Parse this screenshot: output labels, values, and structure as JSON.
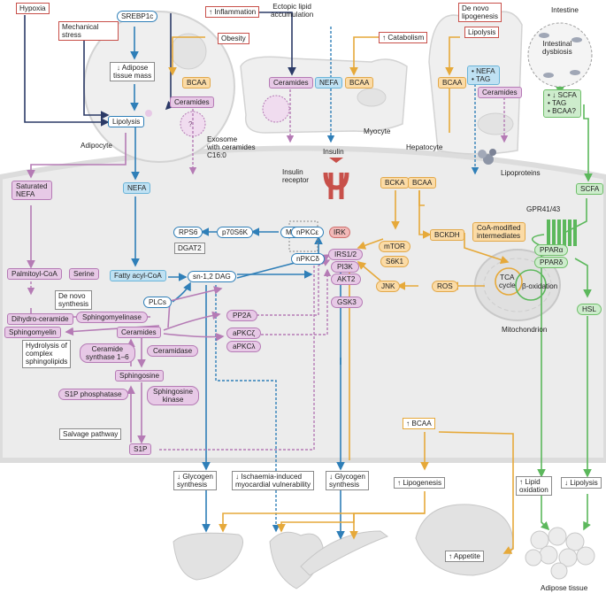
{
  "labels": {
    "hypoxia": "Hypoxia",
    "mechanical_stress": "Mechanical\nstress",
    "srebp1c": "SREBP1c",
    "inflammation": "↑ Inflammation",
    "obesity": "Obesity",
    "adipose_mass": "↓ Adipose\ntissue mass",
    "bcaa_adipocyte": "BCAA",
    "ceramides_adipocyte": "Ceramides",
    "lipolysis_adipocyte": "Lipolysis",
    "adipocyte": "Adipocyte",
    "exosome": "Exosome\nwith ceramides\nC16:0",
    "ectopic_lipid": "Ectopic lipid\naccumulation",
    "catabolism": "↑ Catabolism",
    "ceramides_myocyte": "Ceramides",
    "nefa_myocyte": "NEFA",
    "bcaa_myocyte": "BCAA",
    "myocyte": "Myocyte",
    "de_novo_lipogenesis": "De novo\nlipogenesis",
    "lipolysis_hepatocyte": "Lipolysis",
    "bcaa_hepatocyte": "BCAA",
    "nefa_tag_hepatocyte": "• NEFA\n• TAG",
    "ceramides_hepatocyte": "Ceramides",
    "hepatocyte": "Hepatocyte",
    "lipoproteins": "Lipoproteins",
    "intestine": "Intestine",
    "intestinal_dysbiosis": "Intestinal\ndysbiosis",
    "scfa_list": "• ↓ SCFA\n• TAG\n• BCAA?",
    "saturated_nefa": "Saturated\nNEFA",
    "nefa_main": "NEFA",
    "insulin": "Insulin",
    "insulin_receptor": "Insulin\nreceptor",
    "bcka": "BCKA",
    "bcaa_cell": "BCAA",
    "scfa": "SCFA",
    "gpr41_43": "GPR41/43",
    "rps6": "RPS6",
    "p70s6k": "p70S6K",
    "mek": "MEK",
    "npkce": "nPKCε",
    "irk": "IRK",
    "mtor": "mTOR",
    "s6k1": "S6K1",
    "bckdh": "BCKDH",
    "coa_modified": "CoA-modified\nintermediates",
    "dgat2": "DGAT2",
    "irs12": "IRS1/2",
    "pi3k": "PI3K",
    "akt2": "AKT2",
    "gsk3": "GSK3",
    "npkcd": "nPKCδ",
    "ppara": "PPARα",
    "ppard": "PPARδ",
    "hsl": "HSL",
    "palmitoyl_coa": "Palmitoyl-CoA",
    "serine": "Serine",
    "fatty_acyl_coa": "Fatty acyl-CoA",
    "sn12dag": "sn-1,2 DAG",
    "jnk": "JNK",
    "ros": "ROS",
    "tca": "TCA\ncycle",
    "beta_ox": "β-oxidation",
    "de_novo_synthesis": "De novo\nsynthesis",
    "plcs": "PLCs",
    "mitochondrion": "Mitochondrion",
    "dihydro_ceramide": "Dihydro-ceramide",
    "pp2a": "PP2A",
    "sphingomyelinase": "Sphingomyelinase",
    "sphingomyelin": "Sphingomyelin",
    "ceramides_main": "Ceramides",
    "apkcz": "aPKCζ",
    "apkcl": "aPKCλ",
    "hydrolysis": "Hydrolysis of\ncomplex\nsphingolipids",
    "ceramide_synthase": "Ceramide\nsynthase 1–6",
    "ceramidase": "Ceramidase",
    "sphingosine": "Sphingosine",
    "s1p_phosphatase": "S1P phosphatase",
    "sphingosine_kinase": "Sphingosine\nkinase",
    "salvage": "Salvage pathway",
    "s1p": "S1P",
    "up_bcaa": "↑ BCAA",
    "glycogen_liver": "↓ Glycogen\nsynthesis",
    "ischaemia": "↓ Ischaemia-induced\nmyocardial vulnerability",
    "glycogen_muscle": "↓ Glycogen\nsynthesis",
    "lipogenesis": "↑ Lipogenesis",
    "lipid_oxidation": "↑ Lipid\noxidation",
    "lipolysis_down": "↓ Lipolysis",
    "appetite": "↑ Appetite",
    "adipose_tissue": "Adipose tissue"
  },
  "colors": {
    "blue": "#2f7fb8",
    "navy": "#2b3a67",
    "purple": "#b57bb5",
    "orange": "#e6a93a",
    "green": "#5cb85c",
    "red": "#c8504a",
    "cell_bg": "#ededed"
  },
  "icons": [
    "adipocyte-icon",
    "myocyte-icon",
    "hepatocyte-icon",
    "intestine-icon",
    "insulin-receptor-icon",
    "mitochondrion-icon",
    "gpr-receptor-icon",
    "liver-icon",
    "heart-icon",
    "muscle-icon",
    "brain-icon",
    "adipose-tissue-icon",
    "lipoprotein-icon",
    "exosome-icon"
  ]
}
